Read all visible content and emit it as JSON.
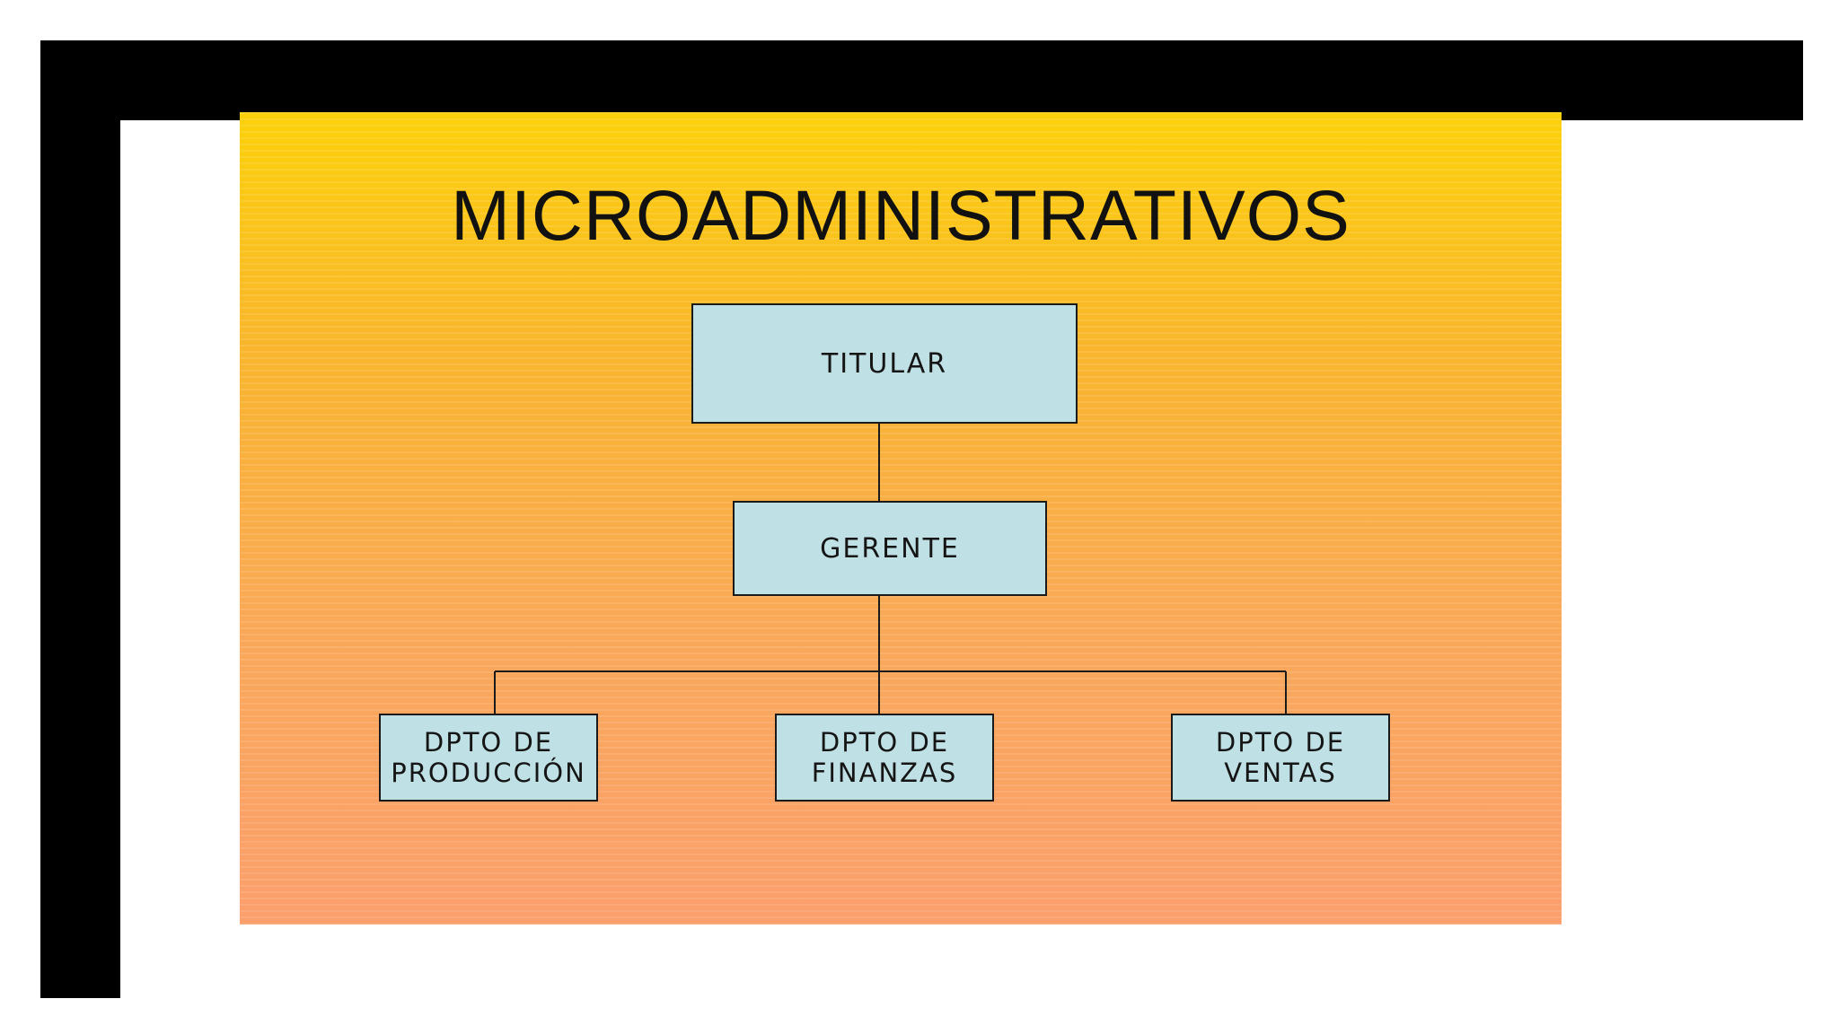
{
  "title": "MICROADMINISTRATIVOS",
  "org_chart": {
    "top": {
      "label": "TITULAR"
    },
    "manager": {
      "label": "GERENTE"
    },
    "departments": [
      {
        "label": "DPTO DE\nPRODUCCIÓN"
      },
      {
        "label": "DPTO DE\nFINANZAS"
      },
      {
        "label": "DPTO DE\nVENTAS"
      }
    ]
  },
  "colors": {
    "box_fill": "#bfe0e4",
    "box_border": "#1a1a1a",
    "background_top": "#fcd10a",
    "background_bottom": "#fb9f6c",
    "frame": "#000000"
  }
}
